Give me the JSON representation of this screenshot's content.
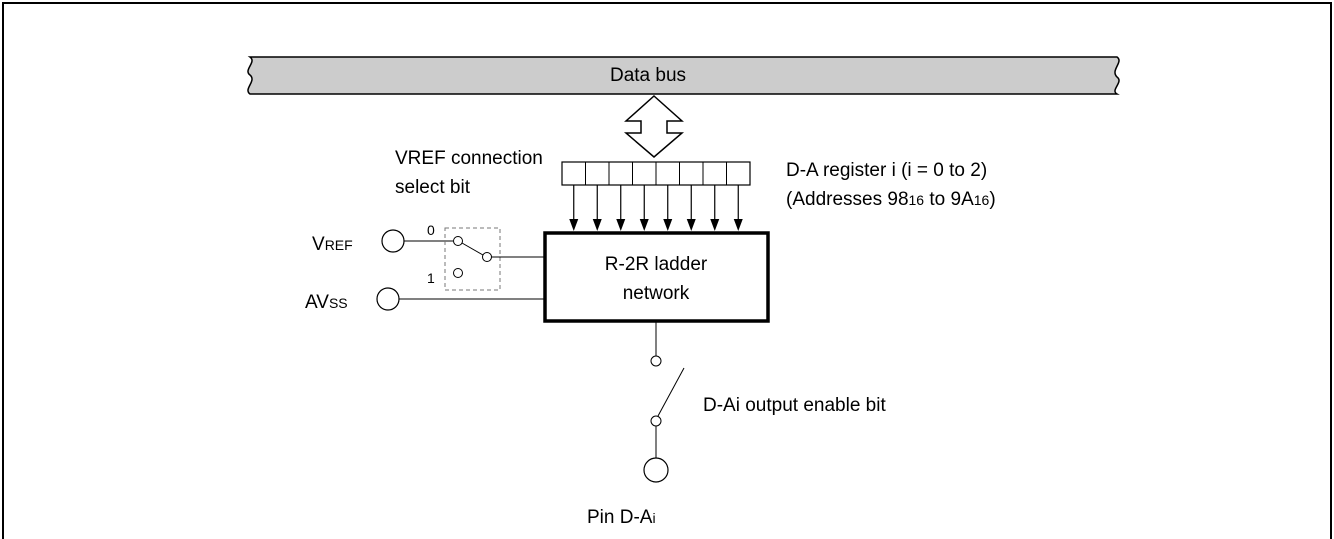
{
  "data_bus": {
    "label": "Data bus"
  },
  "vref_select": {
    "line1": "VREF connection",
    "line2": "select bit",
    "pos0": "0",
    "pos1": "1"
  },
  "register": {
    "line1": "D-A register i (i = 0 to 2)",
    "line2": "(Addresses 98",
    "sub1": "16",
    "mid": " to 9A",
    "sub2": "16",
    "end": ")",
    "bits": 8
  },
  "ladder": {
    "line1": "R-2R ladder",
    "line2": "network"
  },
  "pins": {
    "vref": {
      "prefix": "V",
      "suffix": "REF"
    },
    "avss": {
      "prefix": "AV",
      "suffix": "SS"
    }
  },
  "output_enable": {
    "label": "D-Ai output enable bit"
  },
  "output_pin": {
    "prefix": "Pin D-A",
    "suffix": "i"
  }
}
